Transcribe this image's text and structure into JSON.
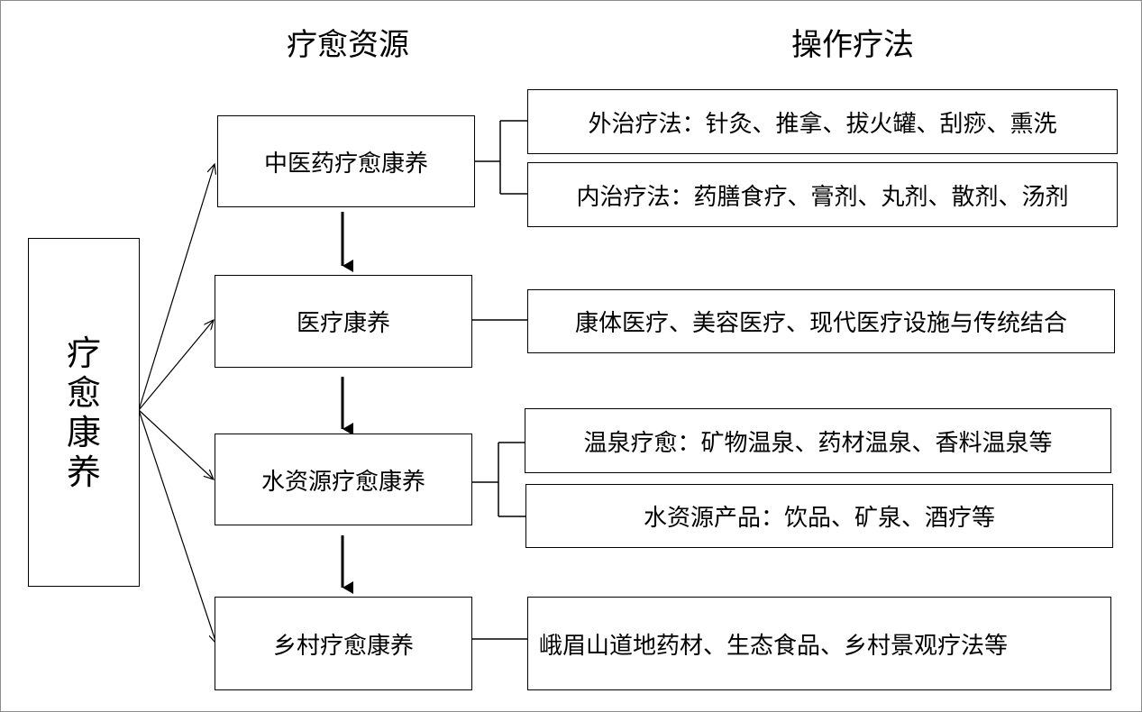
{
  "headers": {
    "resources": "疗愈资源",
    "methods": "操作疗法"
  },
  "root": {
    "chars": [
      "疗",
      "愈",
      "康",
      "养"
    ]
  },
  "resources": [
    {
      "label": "中医药疗愈康养"
    },
    {
      "label": "医疗康养"
    },
    {
      "label": "水资源疗愈康养"
    },
    {
      "label": "乡村疗愈康养"
    }
  ],
  "methods": [
    {
      "label": "外治疗法：针灸、推拿、拔火罐、刮痧、熏洗"
    },
    {
      "label": "内治疗法：药膳食疗、膏剂、丸剂、散剂、汤剂"
    },
    {
      "label": "康体医疗、美容医疗、现代医疗设施与传统结合"
    },
    {
      "label": "温泉疗愈：矿物温泉、药材温泉、香料温泉等"
    },
    {
      "label": "水资源产品：饮品、矿泉、酒疗等"
    },
    {
      "label": "峨眉山道地药材、生态食品、乡村景观疗法等"
    }
  ]
}
